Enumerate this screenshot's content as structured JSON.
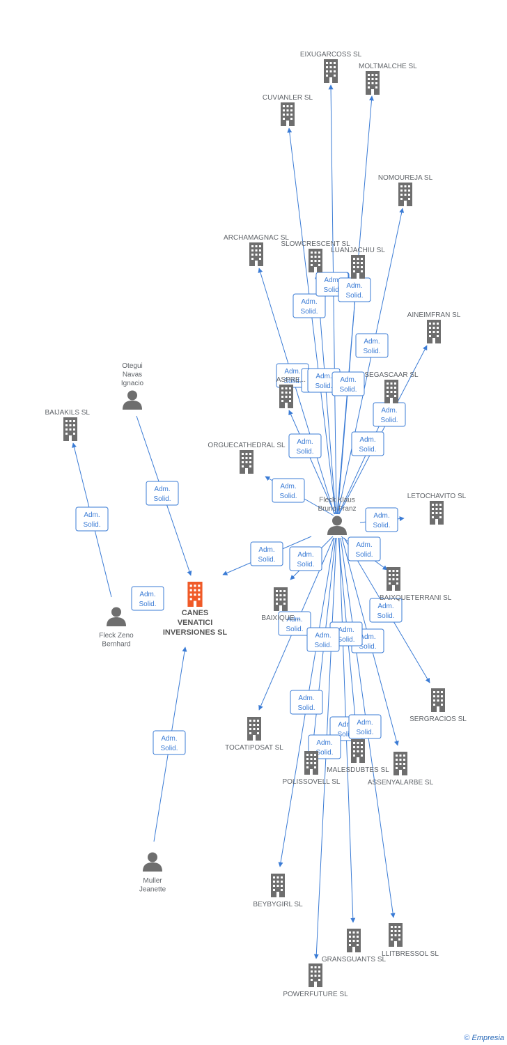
{
  "colors": {
    "edge": "#3a7bd5",
    "node": "#6e6e6e",
    "focus": "#f05a28"
  },
  "edge_label": [
    "Adm.",
    "Solid."
  ],
  "footer": {
    "copyright": "©",
    "brand": "Empresia"
  },
  "nodes": [
    {
      "id": "canes",
      "type": "company",
      "focus": true,
      "label": [
        "CANES",
        "VENATICI",
        "INVERSIONES SL"
      ]
    },
    {
      "id": "fleckklaus",
      "type": "person",
      "label": [
        "Fleck Klaus",
        "Bruno Franz"
      ]
    },
    {
      "id": "otegui",
      "type": "person",
      "label": [
        "Otegui",
        "Navas",
        "Ignacio"
      ]
    },
    {
      "id": "fleckzeno",
      "type": "person",
      "label": [
        "Fleck Zeno",
        "Bernhard"
      ]
    },
    {
      "id": "muller",
      "type": "person",
      "label": [
        "Muller",
        "Jeanette"
      ]
    },
    {
      "id": "baijakils",
      "type": "company",
      "label": [
        "BAIJAKILS SL"
      ]
    },
    {
      "id": "eixugarcoss",
      "type": "company",
      "label": [
        "EIXUGARCOSS SL"
      ]
    },
    {
      "id": "moltmalche",
      "type": "company",
      "label": [
        "MOLTMALCHE SL"
      ]
    },
    {
      "id": "cuvianler",
      "type": "company",
      "label": [
        "CUVIANLER SL"
      ]
    },
    {
      "id": "nomoureja",
      "type": "company",
      "label": [
        "NOMOUREJA SL"
      ]
    },
    {
      "id": "archamagnac",
      "type": "company",
      "label": [
        "ARCHAMAGNAC SL"
      ]
    },
    {
      "id": "slowcrescent",
      "type": "company",
      "label": [
        "SLOWCRESCENT SL"
      ]
    },
    {
      "id": "luanjachiu",
      "type": "company",
      "label": [
        "LUANJACHIU SL"
      ]
    },
    {
      "id": "aineimfran",
      "type": "company",
      "label": [
        "AINEIMFRAN SL"
      ]
    },
    {
      "id": "aspre",
      "type": "company",
      "label": [
        "ASPRE..."
      ]
    },
    {
      "id": "segascaar",
      "type": "company",
      "label": [
        "SEGASCAAR SL"
      ]
    },
    {
      "id": "orguecathedral",
      "type": "company",
      "label": [
        "ORGUECATHEDRAL SL"
      ]
    },
    {
      "id": "letochavito",
      "type": "company",
      "label": [
        "LETOCHAVITO SL"
      ]
    },
    {
      "id": "baixquellerrani",
      "type": "company",
      "label": [
        "BAIXQUETERRANI SL"
      ]
    },
    {
      "id": "baixique",
      "type": "company",
      "label": [
        "BAIXIQUE..."
      ]
    },
    {
      "id": "sergracios",
      "type": "company",
      "label": [
        "SERGRACIOS SL"
      ]
    },
    {
      "id": "tocatiposat",
      "type": "company",
      "label": [
        "TOCATIPOSAT SL"
      ]
    },
    {
      "id": "malesdubtes",
      "type": "company",
      "label": [
        "MALESDUBTES SL"
      ]
    },
    {
      "id": "polissovell",
      "type": "company",
      "label": [
        "POLISSOVELL SL"
      ]
    },
    {
      "id": "assenyalarbe",
      "type": "company",
      "label": [
        "ASSENYALARBE SL"
      ]
    },
    {
      "id": "beybygirl",
      "type": "company",
      "label": [
        "BEYBYGIRL SL"
      ]
    },
    {
      "id": "gransguants",
      "type": "company",
      "label": [
        "GRANSGUANTS SL"
      ]
    },
    {
      "id": "llitbressol",
      "type": "company",
      "label": [
        "LLITBRESSOL SL"
      ]
    },
    {
      "id": "powerfuture",
      "type": "company",
      "label": [
        "POWERFUTURE SL"
      ]
    }
  ],
  "edges": [
    {
      "from": "fleckklaus",
      "to": "canes"
    },
    {
      "from": "otegui",
      "to": "canes"
    },
    {
      "from": "fleckzeno",
      "to": "canes"
    },
    {
      "from": "fleckzeno",
      "to": "baijakils"
    },
    {
      "from": "muller",
      "to": "canes"
    },
    {
      "from": "fleckklaus",
      "to": "eixugarcoss"
    },
    {
      "from": "fleckklaus",
      "to": "moltmalche"
    },
    {
      "from": "fleckklaus",
      "to": "cuvianler"
    },
    {
      "from": "fleckklaus",
      "to": "nomoureja"
    },
    {
      "from": "fleckklaus",
      "to": "archamagnac"
    },
    {
      "from": "fleckklaus",
      "to": "slowcrescent"
    },
    {
      "from": "fleckklaus",
      "to": "luanjachiu"
    },
    {
      "from": "fleckklaus",
      "to": "aineimfran"
    },
    {
      "from": "fleckklaus",
      "to": "aspre"
    },
    {
      "from": "fleckklaus",
      "to": "segascaar"
    },
    {
      "from": "fleckklaus",
      "to": "orguecathedral"
    },
    {
      "from": "fleckklaus",
      "to": "letochavito"
    },
    {
      "from": "fleckklaus",
      "to": "baixquellerrani"
    },
    {
      "from": "fleckklaus",
      "to": "baixique"
    },
    {
      "from": "fleckklaus",
      "to": "sergracios"
    },
    {
      "from": "fleckklaus",
      "to": "tocatiposat"
    },
    {
      "from": "fleckklaus",
      "to": "malesdubtes"
    },
    {
      "from": "fleckklaus",
      "to": "polissovell"
    },
    {
      "from": "fleckklaus",
      "to": "assenyalarbe"
    },
    {
      "from": "fleckklaus",
      "to": "beybygirl"
    },
    {
      "from": "fleckklaus",
      "to": "gransguants"
    },
    {
      "from": "fleckklaus",
      "to": "llitbressol"
    },
    {
      "from": "fleckklaus",
      "to": "powerfuture"
    }
  ]
}
